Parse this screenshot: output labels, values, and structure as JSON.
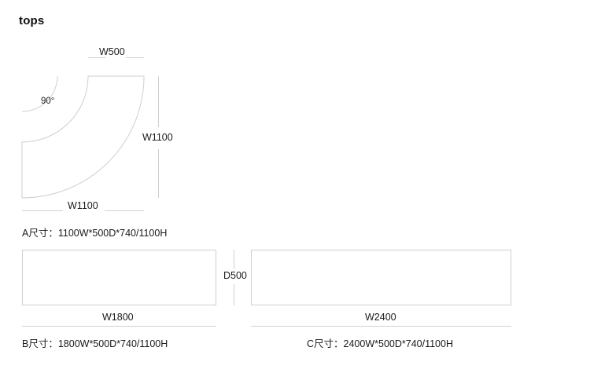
{
  "page": {
    "title": "tops",
    "background_color": "#ffffff",
    "line_color": "#cfcfcf",
    "text_color": "#1a1a1a"
  },
  "figure_a": {
    "id": "A",
    "shape": "quarter-annulus-corner-top",
    "angle_label": "90°",
    "dim_top": "W500",
    "dim_right": "W1100",
    "dim_bottom": "W1100",
    "caption": "A尺寸：1100W*500D*740/1100H"
  },
  "figure_b": {
    "id": "B",
    "shape": "rectangle",
    "dim_bottom": "W1800",
    "caption": "B尺寸：1800W*500D*740/1100H"
  },
  "figure_c": {
    "id": "C",
    "shape": "rectangle",
    "dim_bottom": "W2400",
    "caption": "C尺寸：2400W*500D*740/1100H"
  },
  "shared": {
    "depth_label": "D500"
  }
}
